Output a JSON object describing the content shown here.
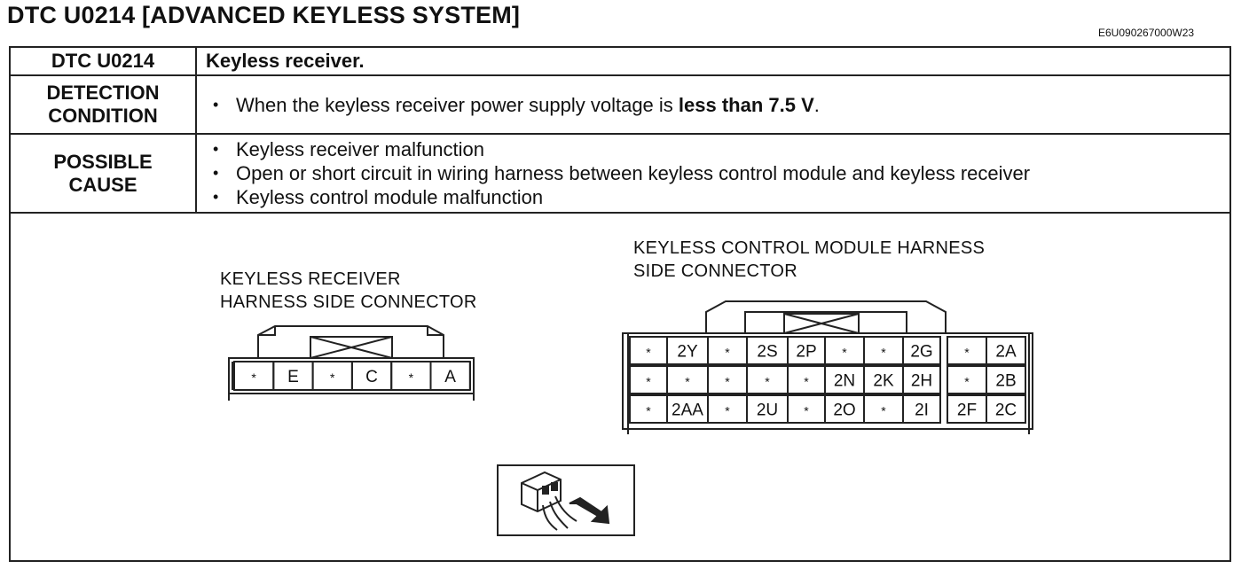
{
  "title": "DTC U0214 [ADVANCED KEYLESS SYSTEM]",
  "doc_id": "E6U090267000W23",
  "table": {
    "rows": [
      {
        "header": "DTC U0214",
        "description": "Keyless receiver."
      },
      {
        "header": "DETECTION CONDITION",
        "condition_prefix": "When the keyless receiver power supply voltage is ",
        "condition_bold": "less than 7.5 V",
        "condition_suffix": "."
      },
      {
        "header": "POSSIBLE CAUSE",
        "causes": [
          "Keyless receiver malfunction",
          "Open or short circuit in wiring harness between keyless control module and keyless receiver",
          "Keyless control module malfunction"
        ]
      }
    ]
  },
  "diagram": {
    "receiver_label_1": "KEYLESS RECEIVER",
    "receiver_label_2": "HARNESS SIDE CONNECTOR",
    "module_label_1": "KEYLESS CONTROL MODULE HARNESS",
    "module_label_2": "SIDE CONNECTOR",
    "receiver_pins": [
      "*",
      "E",
      "*",
      "C",
      "*",
      "A"
    ],
    "module_pins": [
      [
        "*",
        "2Y",
        "*",
        "2S",
        "2P",
        "*",
        "*",
        "2G",
        "*",
        "2A"
      ],
      [
        "*",
        "*",
        "*",
        "*",
        "*",
        "2N",
        "2K",
        "2H",
        "*",
        "2B"
      ],
      [
        "*",
        "2AA",
        "*",
        "2U",
        "*",
        "2O",
        "*",
        "2I",
        "2F",
        "2C"
      ]
    ],
    "connector_icon": "harness-connector-probe-icon"
  }
}
